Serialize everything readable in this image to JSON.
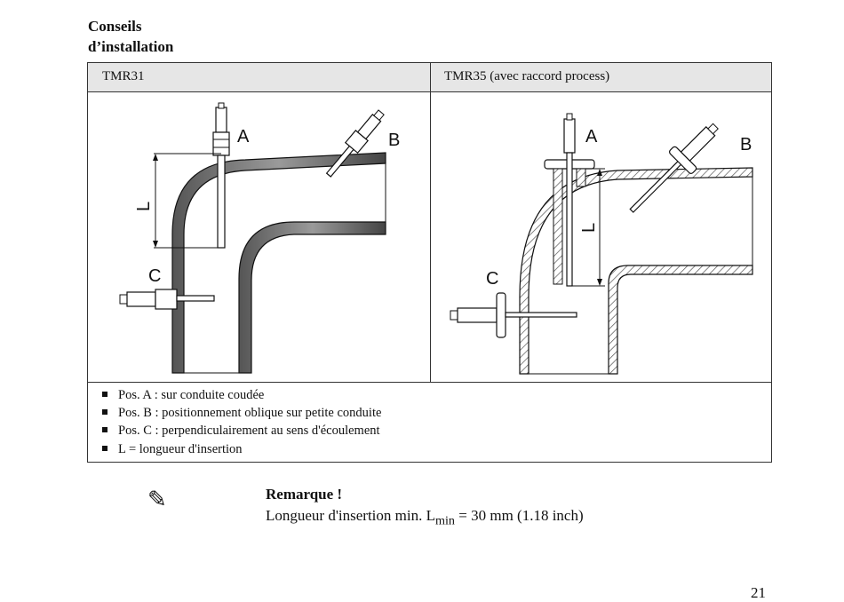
{
  "heading": {
    "line1": "Conseils",
    "line2": "d’installation"
  },
  "table": {
    "col_left": "TMR31",
    "col_right": "TMR35 (avec raccord process)",
    "left_labels": {
      "a": "A",
      "b": "B",
      "c": "C",
      "l": "L"
    },
    "right_labels": {
      "a": "A",
      "b": "B",
      "c": "C",
      "l": "L"
    },
    "notes": [
      "Pos. A : sur conduite coudée",
      "Pos. B : positionnement oblique sur petite conduite",
      "Pos. C : perpendiculairement au sens d'écoulement",
      "L = longueur d'insertion"
    ]
  },
  "remark": {
    "title": "Remarque !",
    "text_before": "Longueur d'insertion min. L",
    "subscript": "min",
    "text_after": " = 30 mm (1.18 inch)"
  },
  "page_number": "21",
  "icons": {
    "note": "pencil-icon"
  }
}
